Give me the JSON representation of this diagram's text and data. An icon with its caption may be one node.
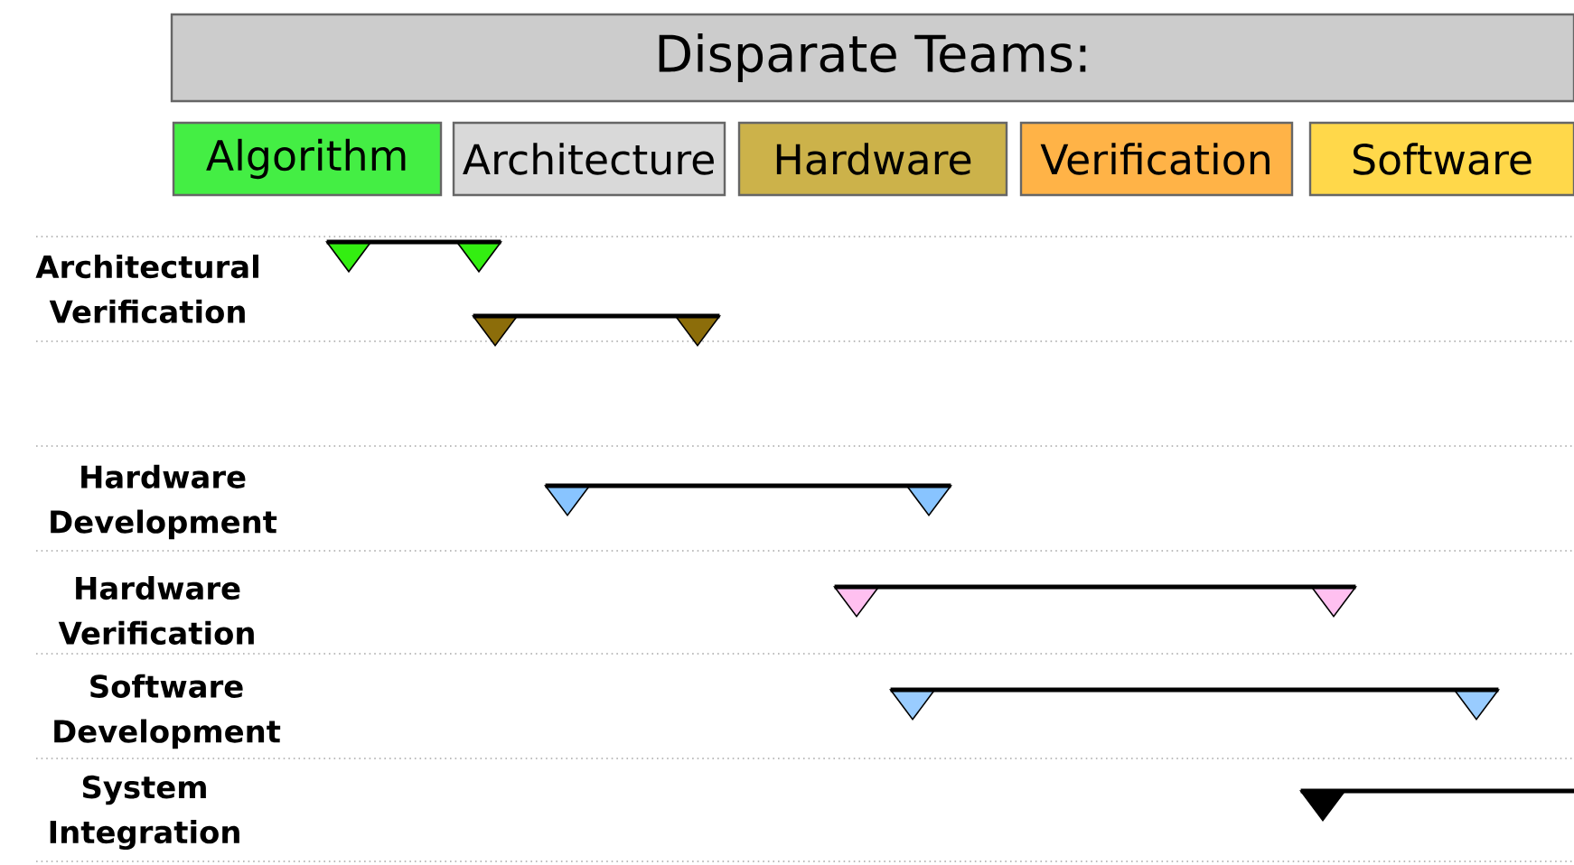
{
  "diagram": {
    "nodes": [
      {
        "text": [
          "Disparate Teams:"
        ]
      },
      {
        "text": [
          "Algorithm"
        ]
      },
      {
        "text": [
          "Architecture"
        ]
      },
      {
        "text": [
          "Hardware"
        ]
      },
      {
        "text": [
          "Verification"
        ]
      },
      {
        "text": [
          "Software"
        ]
      },
      {
        "text": [],
        "shape": "triangle"
      },
      {
        "text": [],
        "shape": "triangle"
      },
      {
        "text": [],
        "shape": "triangle"
      },
      {
        "text": [],
        "shape": "triangle"
      },
      {
        "text": [],
        "shape": "triangle"
      },
      {
        "text": [],
        "shape": "triangle"
      },
      {
        "text": [],
        "shape": "triangle"
      },
      {
        "text": [],
        "shape": "triangle"
      },
      {
        "text": [],
        "shape": "triangle"
      },
      {
        "text": [],
        "shape": "triangle"
      },
      {
        "text": [],
        "shape": "triangle"
      }
    ],
    "edges": [
      {
        "from": 6,
        "to": 7,
        "arrow": "none"
      },
      {
        "from": 8,
        "to": 9,
        "arrow": "none"
      },
      {
        "from": 10,
        "to": 11,
        "arrow": "none"
      },
      {
        "from": 12,
        "to": 13,
        "arrow": "none"
      },
      {
        "from": 14,
        "to": 15,
        "arrow": "none"
      },
      {
        "from": 16,
        "to": null,
        "arrow": "none"
      }
    ],
    "labels": [
      "Architectural Verification",
      "Hardware Development",
      "Hardware Verification",
      "Software Development",
      "System Integration"
    ]
  }
}
